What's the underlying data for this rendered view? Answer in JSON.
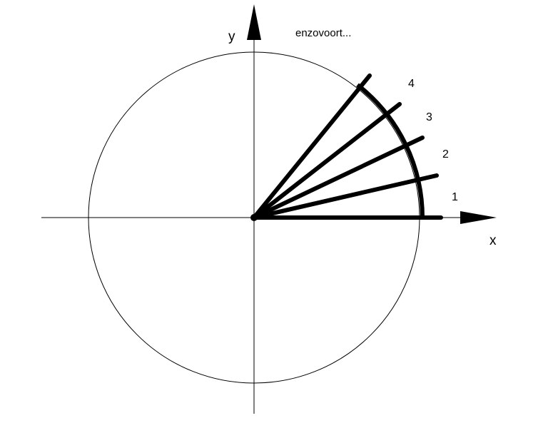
{
  "axes": {
    "x_label": "x",
    "y_label": "y"
  },
  "note": "enzovoort...",
  "rays": [
    {
      "label": "1"
    },
    {
      "label": "2"
    },
    {
      "label": "3"
    },
    {
      "label": "4"
    }
  ],
  "colors": {
    "stroke": "#000000",
    "background": "#ffffff"
  }
}
